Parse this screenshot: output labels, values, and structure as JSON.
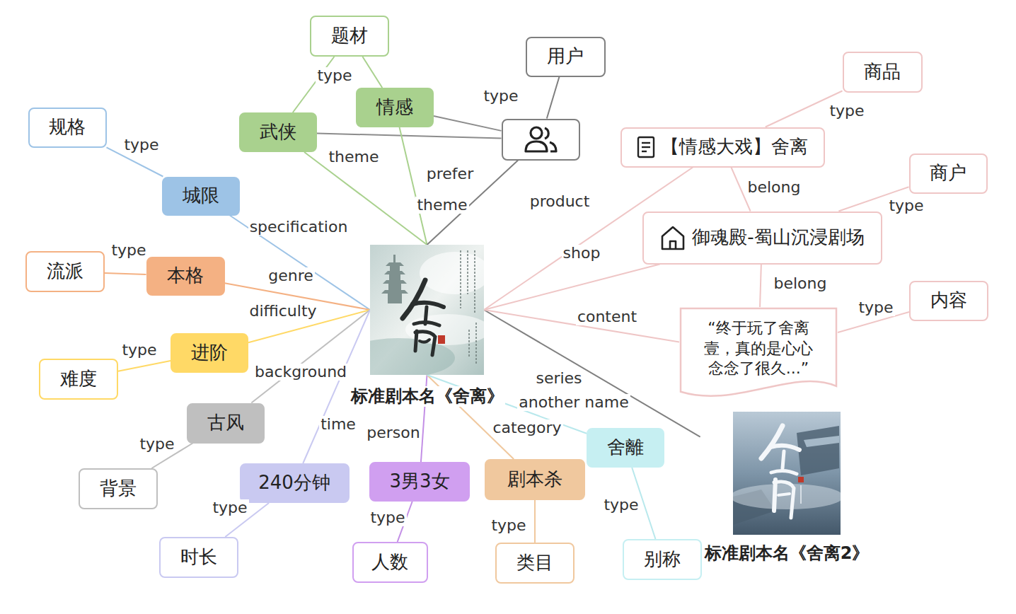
{
  "diagram": {
    "nodes": [
      {
        "text": [
          "题材"
        ]
      },
      {
        "text": [
          "用户"
        ]
      },
      {
        "text": [
          "情感"
        ]
      },
      {
        "text": [
          "武侠"
        ]
      },
      {
        "text": []
      },
      {
        "text": [
          "商品"
        ]
      },
      {
        "text": [
          "规格"
        ]
      },
      {
        "text": [
          "【情感大戏】舍离"
        ]
      },
      {
        "text": [
          "商户"
        ]
      },
      {
        "text": [
          "城限"
        ]
      },
      {
        "text": [
          "御魂殿-蜀山沉浸剧场"
        ]
      },
      {
        "text": [
          "流派"
        ]
      },
      {
        "text": [
          "本格"
        ]
      },
      {
        "text": [
          "内容"
        ]
      },
      {
        "text": [
          "“终于玩了舍离 壹，真的是心心 念念了很久...”"
        ]
      },
      {
        "text": [
          "进阶"
        ]
      },
      {
        "text": [
          "难度"
        ]
      },
      {
        "text": [
          "标准剧本名《舍离》"
        ]
      },
      {
        "text": [
          "古风"
        ]
      },
      {
        "text": [
          "背景"
        ]
      },
      {
        "text": [
          "240分钟"
        ]
      },
      {
        "text": [
          "3男3女"
        ]
      },
      {
        "text": [
          "剧本杀"
        ]
      },
      {
        "text": [
          "舍離"
        ]
      },
      {
        "text": [
          "标准剧本名《舍离2》"
        ]
      },
      {
        "text": [
          "时长"
        ]
      },
      {
        "text": [
          "人数"
        ]
      },
      {
        "text": [
          "类目"
        ]
      },
      {
        "text": [
          "别称"
        ]
      }
    ],
    "edges": [
      {
        "from": 3,
        "to": 0,
        "label": "type",
        "arrow": "none"
      },
      {
        "from": 2,
        "to": 0,
        "arrow": "none"
      },
      {
        "from": 2,
        "to": 4,
        "arrow": "none"
      },
      {
        "from": 3,
        "to": 4,
        "arrow": "none"
      },
      {
        "from": 4,
        "to": 1,
        "label": "type",
        "arrow": "none"
      },
      {
        "from": 17,
        "to": 2,
        "label": "theme",
        "arrow": "none"
      },
      {
        "from": 17,
        "to": 3,
        "label": "theme",
        "arrow": "none"
      },
      {
        "from": 17,
        "to": 4,
        "label": "prefer",
        "arrow": "none"
      },
      {
        "from": 9,
        "to": 6,
        "label": "type",
        "arrow": "none"
      },
      {
        "from": 17,
        "to": 9,
        "label": "specification",
        "arrow": "none"
      },
      {
        "from": 12,
        "to": 11,
        "label": "type",
        "arrow": "none"
      },
      {
        "from": 17,
        "to": 12,
        "label": "genre",
        "arrow": "none"
      },
      {
        "from": 15,
        "to": 16,
        "label": "type",
        "arrow": "none"
      },
      {
        "from": 17,
        "to": 15,
        "label": "difficulty",
        "arrow": "none"
      },
      {
        "from": 17,
        "to": 18,
        "label": "background",
        "arrow": "none"
      },
      {
        "from": 18,
        "to": 19,
        "label": "type",
        "arrow": "none"
      },
      {
        "from": 17,
        "to": 20,
        "label": "time",
        "arrow": "none"
      },
      {
        "from": 20,
        "to": 25,
        "label": "type",
        "arrow": "none"
      },
      {
        "from": 17,
        "to": 21,
        "label": "person",
        "arrow": "none"
      },
      {
        "from": 21,
        "to": 26,
        "label": "type",
        "arrow": "none"
      },
      {
        "from": 17,
        "to": 22,
        "label": "category",
        "arrow": "none"
      },
      {
        "from": 22,
        "to": 27,
        "label": "type",
        "arrow": "none"
      },
      {
        "from": 17,
        "to": 23,
        "label": "another name",
        "arrow": "none"
      },
      {
        "from": 23,
        "to": 28,
        "label": "type",
        "arrow": "none"
      },
      {
        "from": 17,
        "to": 24,
        "label": "series",
        "arrow": "none"
      },
      {
        "from": 17,
        "to": 7,
        "label": "product",
        "arrow": "none"
      },
      {
        "from": 7,
        "to": 5,
        "label": "type",
        "arrow": "none"
      },
      {
        "from": 7,
        "to": 10,
        "label": "belong",
        "arrow": "none"
      },
      {
        "from": 17,
        "to": 10,
        "label": "shop",
        "arrow": "none"
      },
      {
        "from": 10,
        "to": 8,
        "label": "type",
        "arrow": "none"
      },
      {
        "from": 10,
        "to": 14,
        "label": "belong",
        "arrow": "none"
      },
      {
        "from": 17,
        "to": 14,
        "label": "content",
        "arrow": "none"
      },
      {
        "from": 14,
        "to": 13,
        "label": "type",
        "arrow": "none"
      }
    ]
  }
}
